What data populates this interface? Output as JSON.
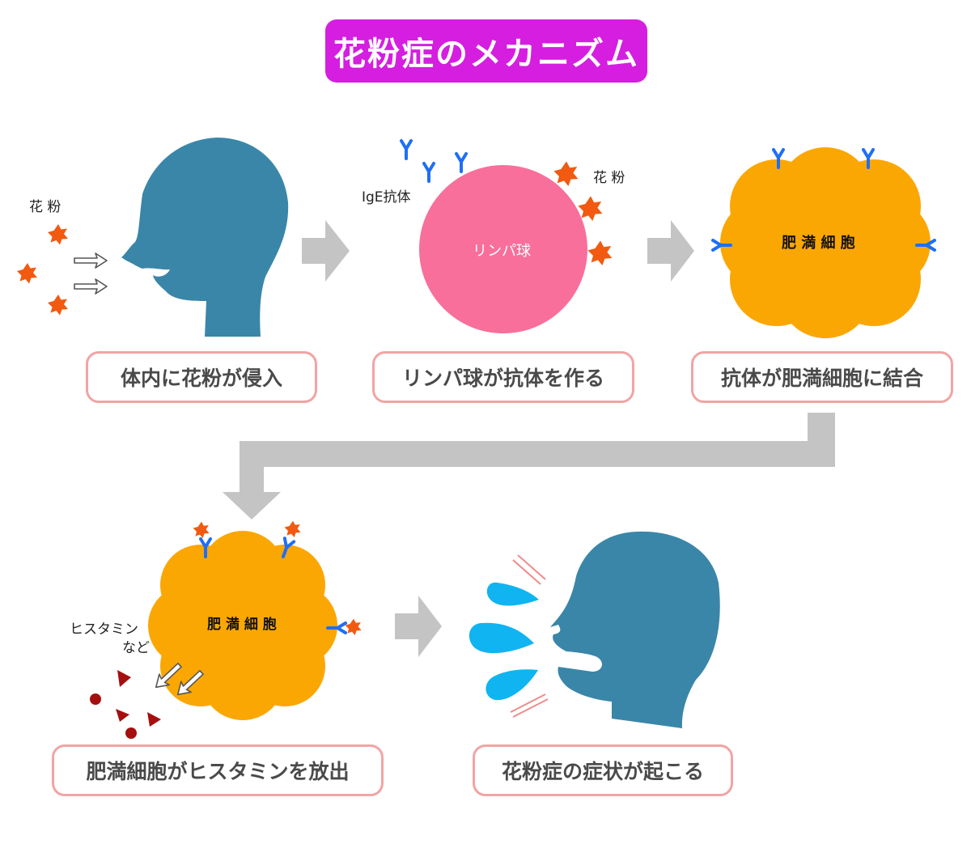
{
  "title": "花粉症のメカニズム",
  "steps": [
    "体内に花粉が侵入",
    "リンパ球が抗体を作る",
    "抗体が肥満細胞に結合",
    "肥満細胞がヒスタミンを放出",
    "花粉症の症状が起こる"
  ],
  "labels": {
    "pollen_1": "花 粉",
    "pollen_2": "花 粉",
    "ige": "IgE抗体",
    "lymphocyte": "リンパ球",
    "mast_cell_1": "肥 満 細 胞",
    "mast_cell_2": "肥 満 細 胞",
    "histamine_line1": "ヒスタミン",
    "histamine_line2": "など"
  },
  "colors": {
    "title_bg": "#d51ee0",
    "head": "#3a86a8",
    "lymphocyte": "#f86f9b",
    "mast_cell": "#fba703",
    "antibody": "#1f6ff5",
    "pollen": "#f15a10",
    "histamine": "#a50f0f",
    "droplet": "#10b4f0",
    "arrow": "#c4c4c4",
    "caption_border": "#f1a4a4"
  }
}
